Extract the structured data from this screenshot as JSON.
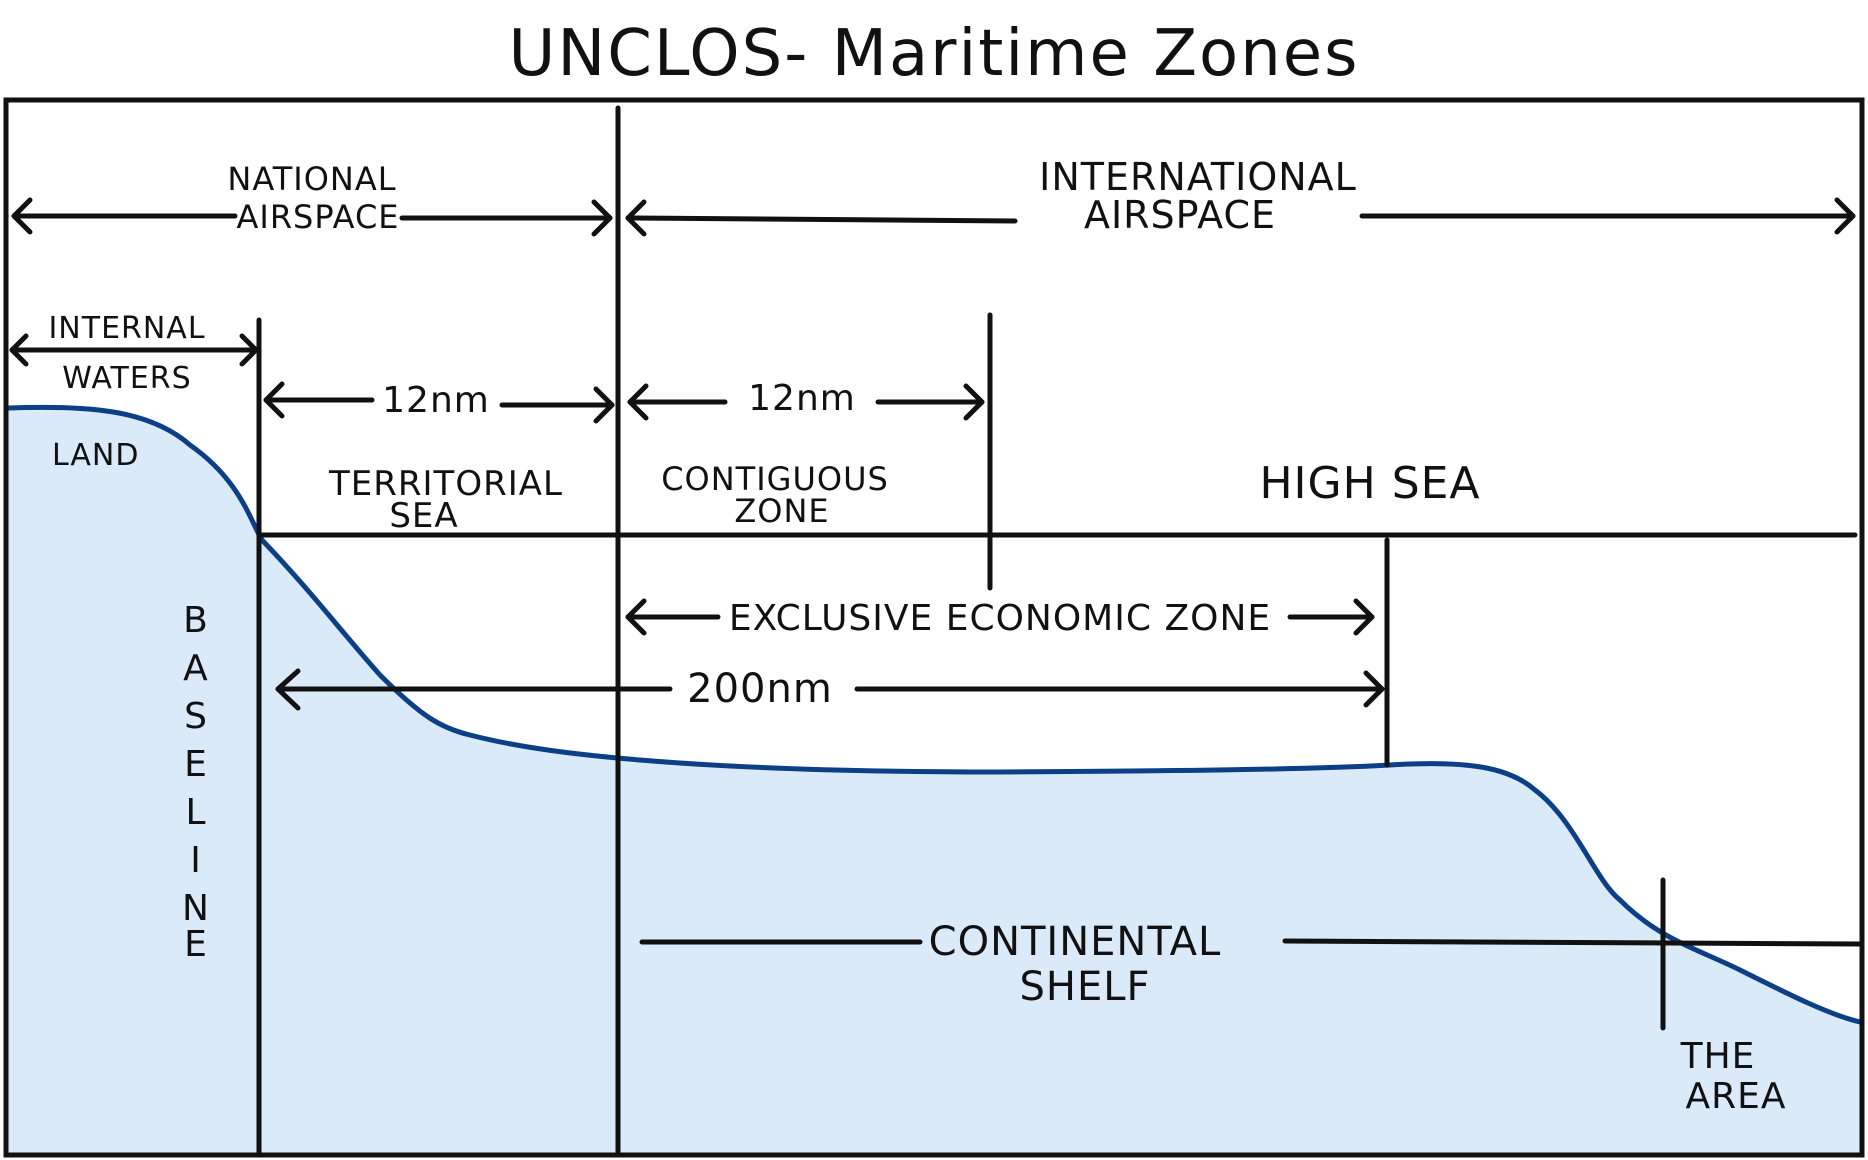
{
  "title": "UNCLOS- Maritime Zones",
  "colors": {
    "water_fill": "#dbeaf9",
    "seabed_line": "#0c3f86",
    "ink": "#111111"
  },
  "labels": {
    "national_airspace": [
      "NATIONAL",
      "AIRSPACE"
    ],
    "international_airspace": [
      "INTERNATIONAL",
      "AIRSPACE"
    ],
    "internal_waters": [
      "INTERNAL",
      "WATERS"
    ],
    "territorial_distance": "12nm",
    "contiguous_distance": "12nm",
    "land": "LAND",
    "territorial_sea": [
      "TERRITORIAL",
      "SEA"
    ],
    "contiguous_zone": [
      "CONTIGUOUS",
      "ZONE"
    ],
    "high_sea": "HIGH SEA",
    "baseline": [
      "B",
      "A",
      "S",
      "E",
      "L",
      "I",
      "N",
      "E"
    ],
    "eez": "EXCLUSIVE ECONOMIC ZONE",
    "eez_distance": "200nm",
    "continental_shelf": [
      "CONTINENTAL",
      "SHELF"
    ],
    "the_area": [
      "THE",
      "AREA"
    ]
  }
}
